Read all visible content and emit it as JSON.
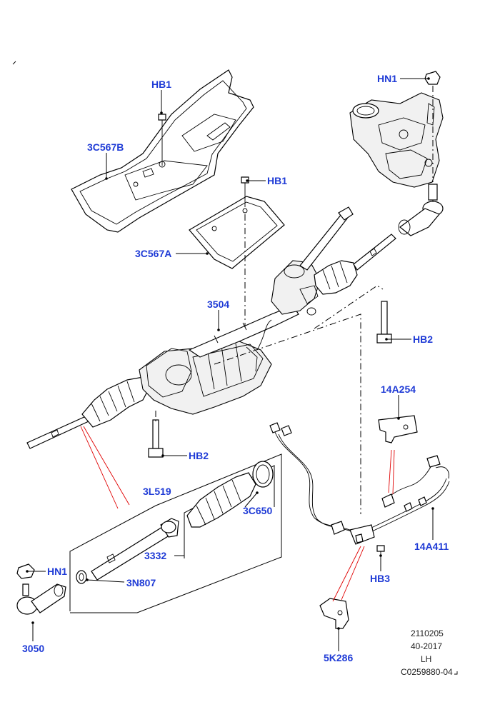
{
  "labels": {
    "hb1_top": "HB1",
    "c567b": "3C567B",
    "hb1_mid": "HB1",
    "c567a": "3C567A",
    "hn1_top": "HN1",
    "rack_3504": "3504",
    "hb2_right": "HB2",
    "hb2_left": "HB2",
    "a254": "14A254",
    "l519": "3L519",
    "c650": "3C650",
    "p3332": "3332",
    "n807": "3N807",
    "hn1_low": "HN1",
    "p3050": "3050",
    "hb3": "HB3",
    "a411": "14A411",
    "k286": "5K286"
  },
  "meta": {
    "line1": "2110205",
    "line2": "40-2017",
    "line3": "LH",
    "line4": "C0259880-04"
  },
  "colors": {
    "callout": "#1f3bd6",
    "red_leader": "#e00000",
    "line": "#000000"
  }
}
